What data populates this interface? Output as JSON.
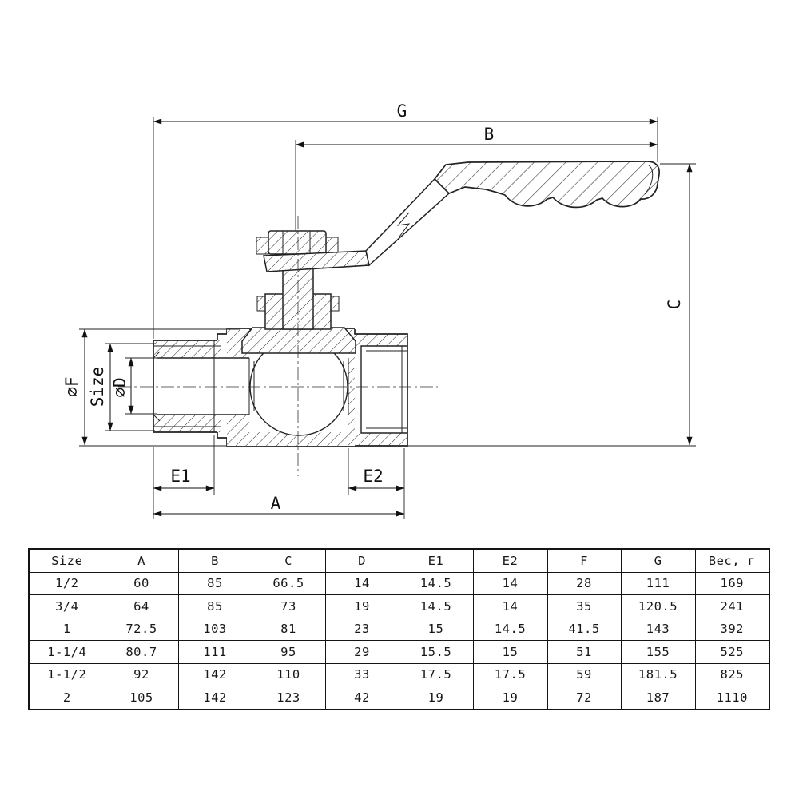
{
  "drawing": {
    "description": "Ball valve cross-section technical drawing",
    "dimension_labels": {
      "g": "G",
      "b": "B",
      "c": "C",
      "a": "A",
      "e1": "E1",
      "e2": "E2",
      "f": "∅F",
      "size": "Size",
      "d": "∅D"
    }
  },
  "table": {
    "headers": [
      "Size",
      "A",
      "B",
      "C",
      "D",
      "E1",
      "E2",
      "F",
      "G",
      "Вес, г"
    ],
    "rows": [
      [
        "1/2",
        "60",
        "85",
        "66.5",
        "14",
        "14.5",
        "14",
        "28",
        "111",
        "169"
      ],
      [
        "3/4",
        "64",
        "85",
        "73",
        "19",
        "14.5",
        "14",
        "35",
        "120.5",
        "241"
      ],
      [
        "1",
        "72.5",
        "103",
        "81",
        "23",
        "15",
        "14.5",
        "41.5",
        "143",
        "392"
      ],
      [
        "1-1/4",
        "80.7",
        "111",
        "95",
        "29",
        "15.5",
        "15",
        "51",
        "155",
        "525"
      ],
      [
        "1-1/2",
        "92",
        "142",
        "110",
        "33",
        "17.5",
        "17.5",
        "59",
        "181.5",
        "825"
      ],
      [
        "2",
        "105",
        "142",
        "123",
        "42",
        "19",
        "19",
        "72",
        "187",
        "1110"
      ]
    ]
  },
  "colors": {
    "line": "#141414",
    "background": "#ffffff"
  }
}
